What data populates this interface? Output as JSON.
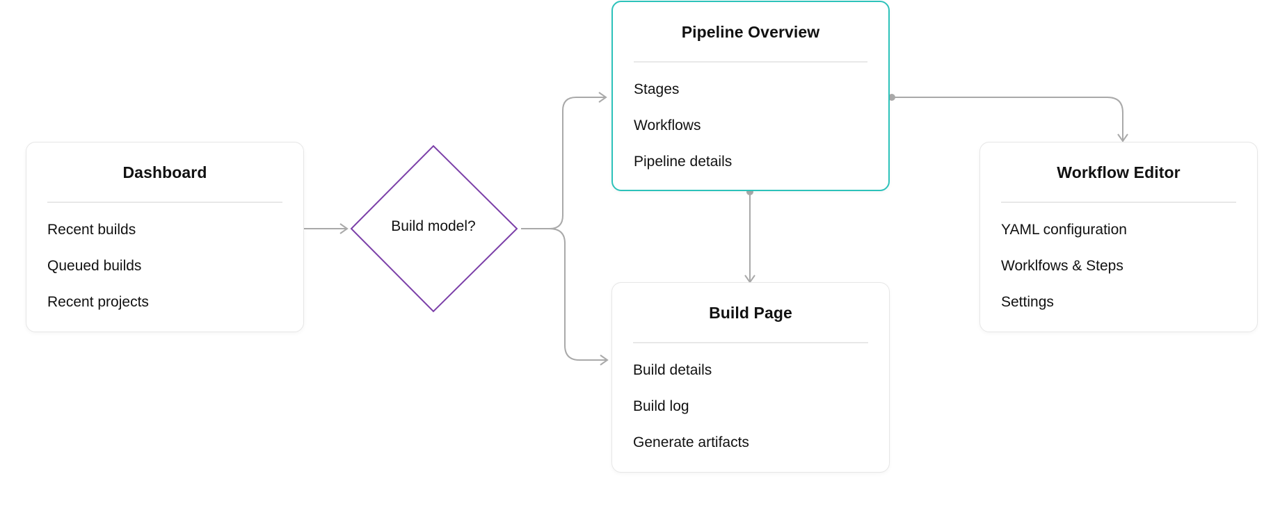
{
  "nodes": {
    "dashboard": {
      "title": "Dashboard",
      "items": [
        "Recent builds",
        "Queued builds",
        "Recent projects"
      ]
    },
    "decision": {
      "label": "Build model?",
      "stroke_color": "#7b3fa8"
    },
    "pipeline_overview": {
      "title": "Pipeline Overview",
      "items": [
        "Stages",
        "Workflows",
        "Pipeline details"
      ],
      "selected": true
    },
    "build_page": {
      "title": "Build Page",
      "items": [
        "Build details",
        "Build log",
        "Generate artifacts"
      ]
    },
    "workflow_editor": {
      "title": "Workflow Editor",
      "items": [
        "YAML configuration",
        "Worklfows & Steps",
        "Settings"
      ]
    }
  },
  "colors": {
    "selected_border": "#2cc2ba",
    "connector": "#a9a9a9",
    "card_border": "#e6e6e6",
    "decision_stroke": "#7b3fa8"
  },
  "icons": {
    "connector_start": "dot-icon",
    "connector_end": "arrowhead-icon"
  }
}
